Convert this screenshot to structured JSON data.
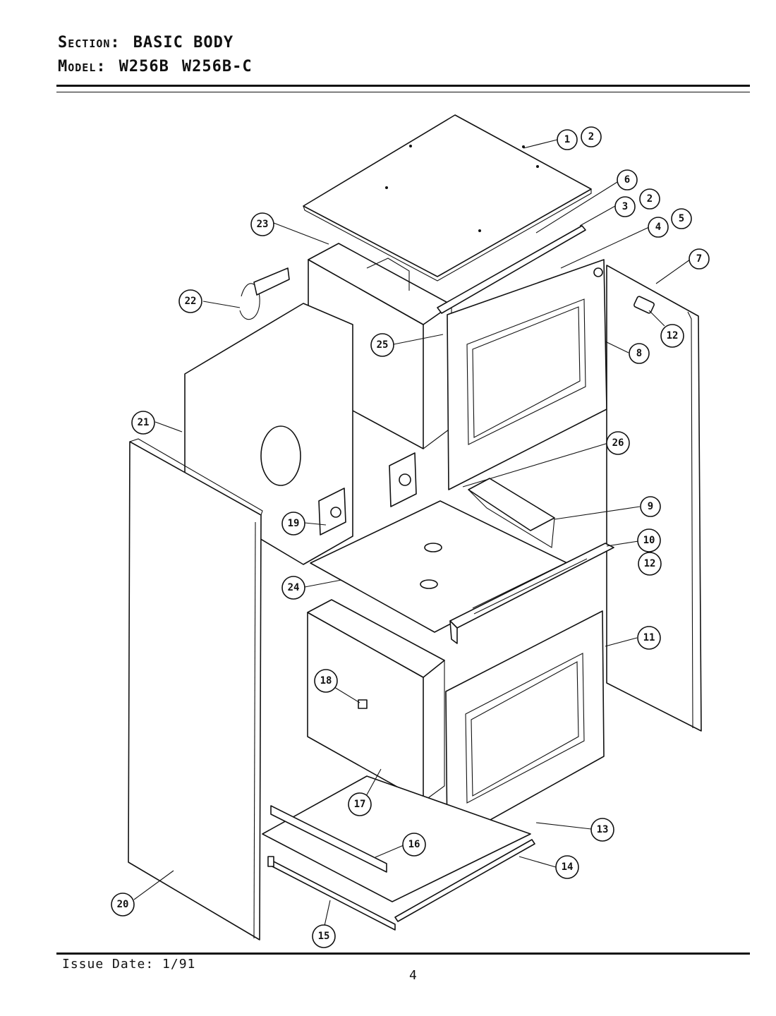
{
  "header": {
    "section_label": "Section:",
    "section_value": "BASIC BODY",
    "model_label": "Model:",
    "model_value_1": "W256B",
    "model_value_2": "W256B-C"
  },
  "footer": {
    "issue_date": "Issue Date: 1/91",
    "page_number": "4"
  },
  "callouts": [
    "1",
    "2",
    "6",
    "2",
    "3",
    "4",
    "5",
    "23",
    "7",
    "22",
    "12",
    "25",
    "8",
    "21",
    "26",
    "9",
    "19",
    "10",
    "12",
    "24",
    "11",
    "18",
    "17",
    "13",
    "16",
    "14",
    "20",
    "15"
  ]
}
